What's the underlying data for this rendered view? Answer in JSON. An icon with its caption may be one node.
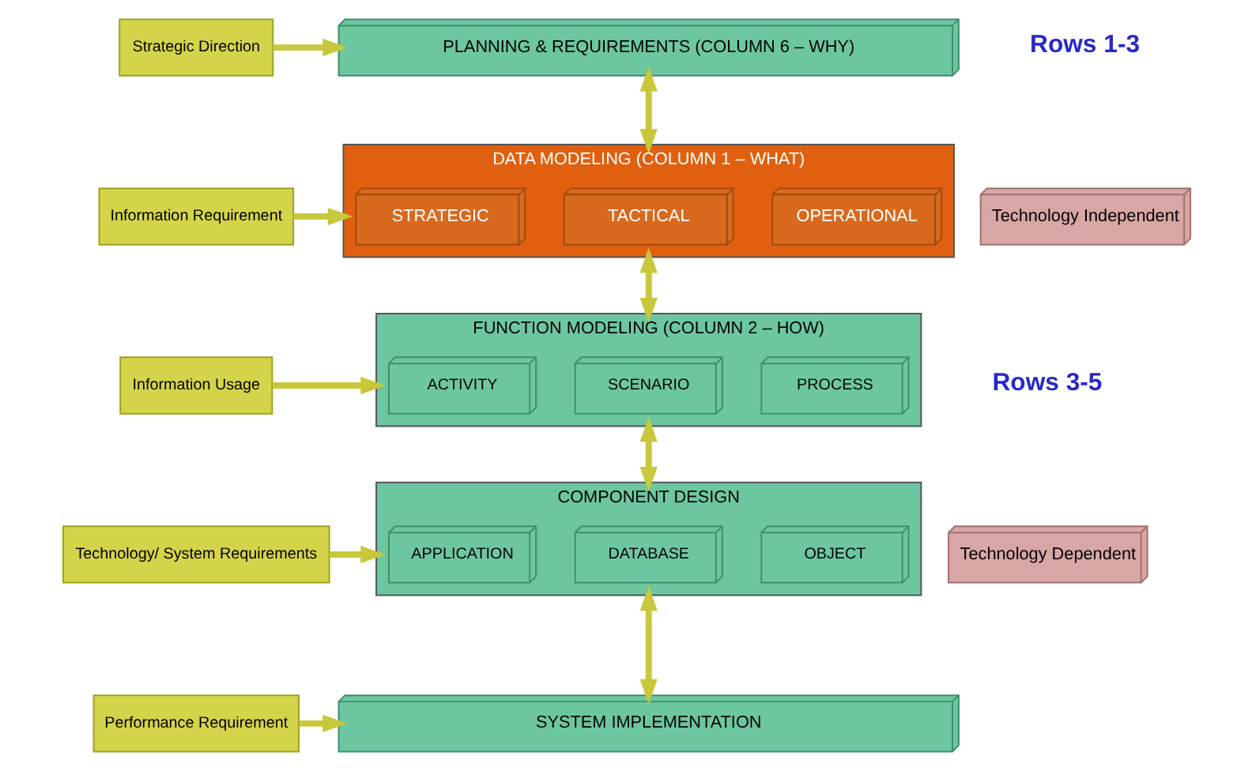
{
  "diagram": {
    "nodes": [
      {
        "text": [
          "Strategic Direction"
        ]
      },
      {
        "text": [
          "PLANNING & REQUIREMENTS (COLUMN 6 – WHY)"
        ]
      },
      {
        "text": [
          "Information Requirement"
        ]
      },
      {
        "text": [
          "DATA MODELING (COLUMN 1 – WHAT)"
        ]
      },
      {
        "text": [
          "STRATEGIC"
        ],
        "in": 3
      },
      {
        "text": [
          "TACTICAL"
        ],
        "in": 3
      },
      {
        "text": [
          "OPERATIONAL"
        ],
        "in": 3
      },
      {
        "text": [
          "Technology Independent"
        ]
      },
      {
        "text": [
          "Information Usage"
        ]
      },
      {
        "text": [
          "FUNCTION MODELING (COLUMN 2 – HOW)"
        ]
      },
      {
        "text": [
          "ACTIVITY"
        ],
        "in": 9
      },
      {
        "text": [
          "SCENARIO"
        ],
        "in": 9
      },
      {
        "text": [
          "PROCESS"
        ],
        "in": 9
      },
      {
        "text": [
          "Technology/ System Requirements"
        ]
      },
      {
        "text": [
          "COMPONENT DESIGN"
        ]
      },
      {
        "text": [
          "APPLICATION"
        ],
        "in": 14
      },
      {
        "text": [
          "DATABASE"
        ],
        "in": 14
      },
      {
        "text": [
          "OBJECT"
        ],
        "in": 14
      },
      {
        "text": [
          "Technology Dependent"
        ]
      },
      {
        "text": [
          "Performance Requirement"
        ]
      },
      {
        "text": [
          "SYSTEM IMPLEMENTATION"
        ]
      }
    ],
    "edges": [
      {
        "from": 0,
        "to": 1,
        "arrow": "to"
      },
      {
        "from": 1,
        "to": 3,
        "arrow": "both"
      },
      {
        "from": 2,
        "to": 3,
        "arrow": "to"
      },
      {
        "from": 3,
        "to": 9,
        "arrow": "both"
      },
      {
        "from": 8,
        "to": 9,
        "arrow": "to"
      },
      {
        "from": 9,
        "to": 14,
        "arrow": "both"
      },
      {
        "from": 13,
        "to": 14,
        "arrow": "to"
      },
      {
        "from": 14,
        "to": 20,
        "arrow": "both"
      },
      {
        "from": 19,
        "to": 20,
        "arrow": "to"
      }
    ],
    "labels": [
      "Rows 1-3",
      "Rows 3-5"
    ]
  }
}
